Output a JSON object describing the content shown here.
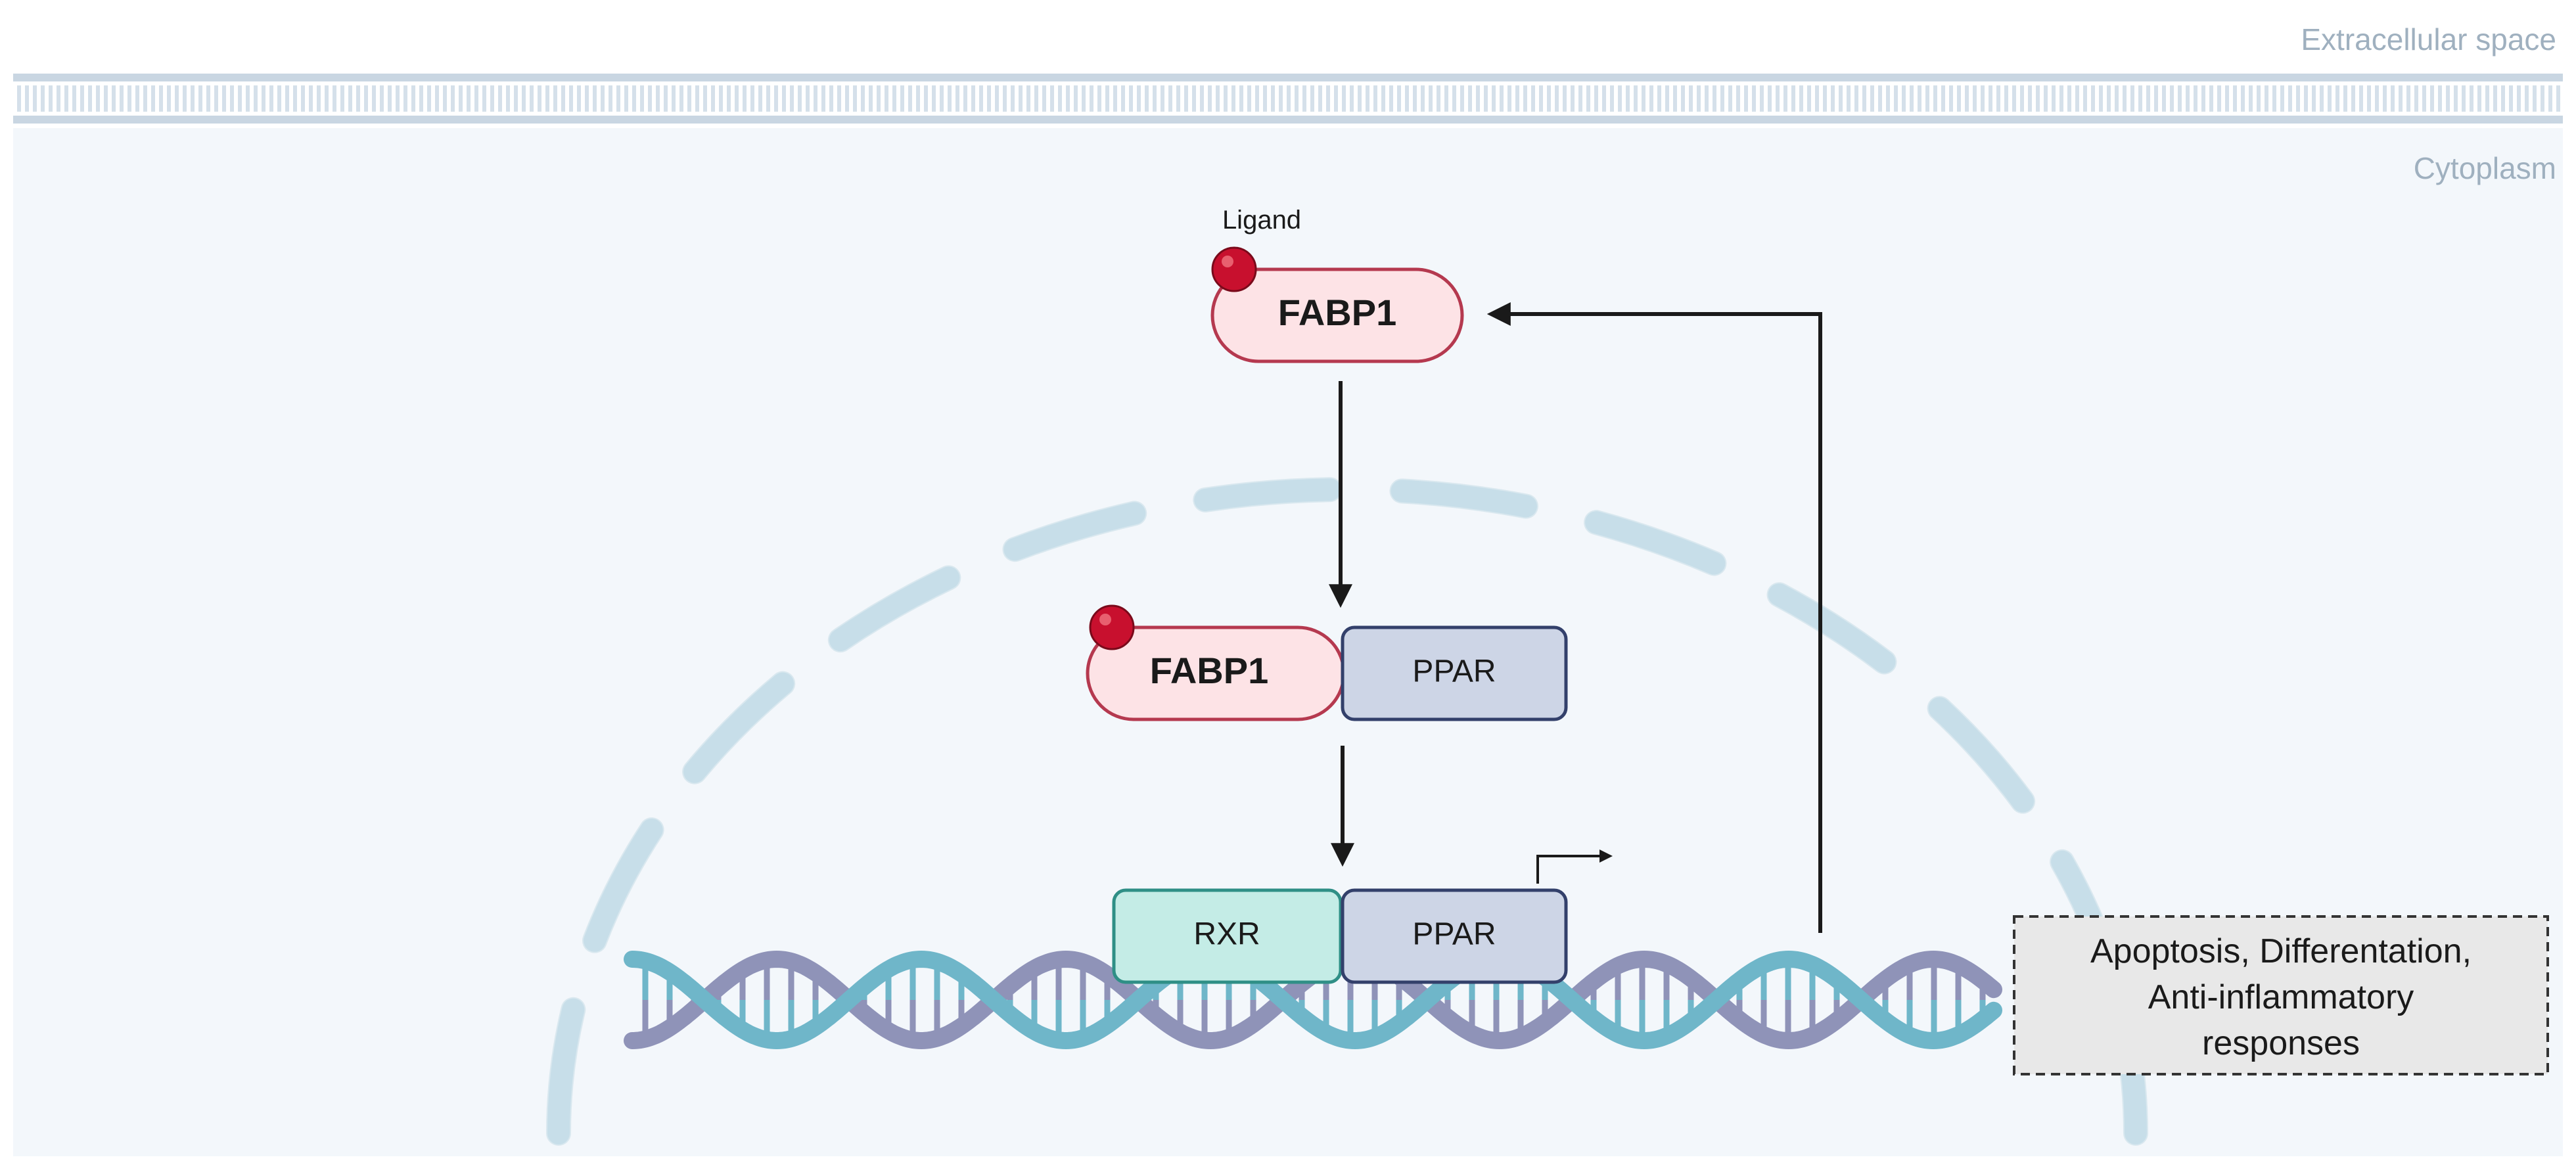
{
  "regions": {
    "extracellular": "Extracellular space",
    "cytoplasm": "Cytoplasm"
  },
  "ligand_label": "Ligand",
  "fabp1_top": "FABP1",
  "complex": {
    "fabp1": "FABP1",
    "ppar": "PPAR"
  },
  "dna_complex": {
    "rxr": "RXR",
    "ppar": "PPAR"
  },
  "outcome": {
    "line1": "Apoptosis, Differentation,",
    "line2": "Anti-inflammatory",
    "line3": "responses"
  },
  "colors": {
    "fabp1_fill": "#fde3e6",
    "fabp1_stroke": "#b5394f",
    "ligand": "#c8102e",
    "ppar_fill": "#cdd5e6",
    "ppar_stroke": "#33406b",
    "rxr_fill": "#c4ece6",
    "rxr_stroke": "#2f8f86",
    "dna_strand_a": "#6fb6c9",
    "dna_strand_b": "#8f93b8",
    "membrane": "#c9d6e2",
    "nucleus": "#d8e8f2",
    "cytoplasm_bg": "#f3f7fb"
  }
}
